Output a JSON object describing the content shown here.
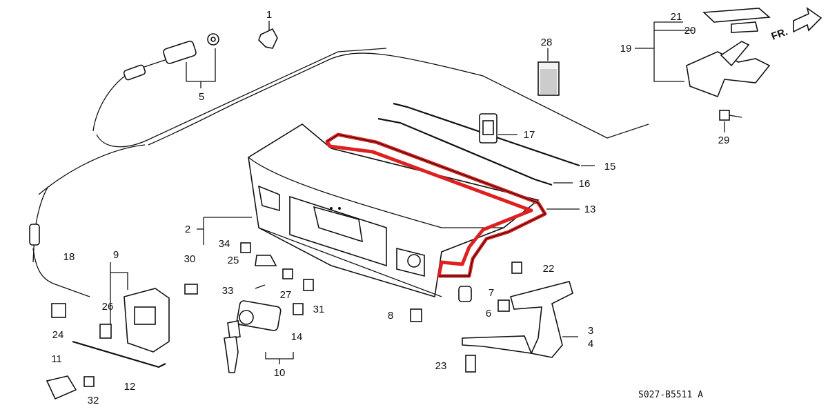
{
  "diagram": {
    "code": "S027-B5511 A",
    "direction_label": "FR.",
    "highlight_color": "#e02020",
    "callouts": [
      "1",
      "2",
      "3",
      "4",
      "5",
      "6",
      "7",
      "8",
      "9",
      "10",
      "11",
      "12",
      "13",
      "14",
      "15",
      "16",
      "17",
      "18",
      "19",
      "20",
      "21",
      "22",
      "23",
      "24",
      "25",
      "26",
      "27",
      "28",
      "29",
      "30",
      "31",
      "32",
      "33",
      "34"
    ]
  }
}
